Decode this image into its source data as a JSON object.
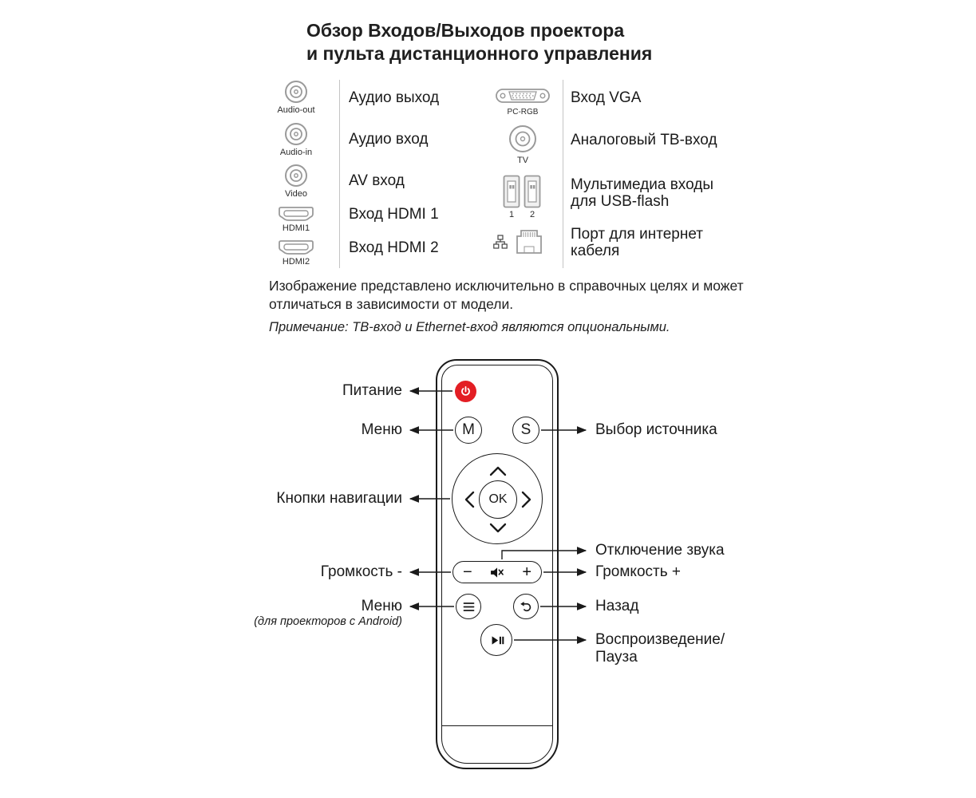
{
  "title": {
    "line1": "Обзор Входов/Выходов проектора",
    "line2": "и пульта дистанционного управления"
  },
  "io": {
    "left": [
      {
        "port": "Audio-out",
        "desc": "Аудио выход"
      },
      {
        "port": "Audio-in",
        "desc": "Аудио вход"
      },
      {
        "port": "Video",
        "desc": "AV вход"
      },
      {
        "port": "HDMI1",
        "desc": "Вход HDMI 1"
      },
      {
        "port": "HDMI2",
        "desc": "Вход HDMI 2"
      }
    ],
    "right": [
      {
        "port": "PC-RGB",
        "desc": "Вход VGA"
      },
      {
        "port": "TV",
        "desc": "Аналоговый ТВ-вход"
      },
      {
        "port1": "1",
        "port2": "2",
        "desc_line1": "Мультимедиа входы",
        "desc_line2": "для USB-flash"
      },
      {
        "desc_line1": "Порт для интернет",
        "desc_line2": "кабеля"
      }
    ]
  },
  "notes": {
    "disclaimer": "Изображение представлено исключительно в справочных целях и может отличаться в зависимости от модели.",
    "note": "Примечание: ТВ-вход и Ethernet-вход являются опциональными."
  },
  "remote": {
    "btn_m": "M",
    "btn_s": "S",
    "btn_ok": "OK",
    "btn_minus": "−",
    "btn_plus": "+",
    "power_label": "Питание",
    "menu_label": "Меню",
    "nav_label": "Кнопки навигации",
    "vol_down_label": "Громкость -",
    "menu2_label": "Меню",
    "menu2_sub": "(для проекторов с Android)",
    "source_label": "Выбор источника",
    "mute_label": "Отключение звука",
    "vol_up_label": "Громкость +",
    "back_label": "Назад",
    "play_label_line1": "Воспроизведение/",
    "play_label_line2": "Пауза"
  },
  "colors": {
    "accent_red": "#e31e24",
    "icon_gray": "#9a9a9a",
    "text": "#1a1a1a"
  }
}
